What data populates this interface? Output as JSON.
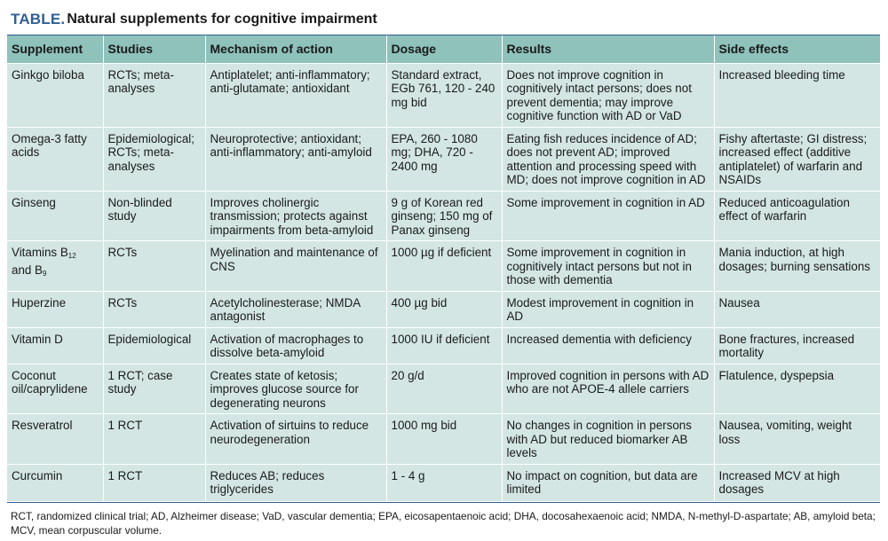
{
  "table": {
    "title_prefix": "TABLE.",
    "title_rest": "Natural supplements for cognitive impairment",
    "headers": [
      "Supplement",
      "Studies",
      "Mechanism of action",
      "Dosage",
      "Results",
      "Side effects"
    ],
    "rows": [
      {
        "supplement": "Ginkgo biloba",
        "studies": "RCTs; meta-analyses",
        "mechanism": "Antiplatelet; anti-inflammatory; anti-glutamate; antioxidant",
        "dosage": "Standard extract, EGb 761, 120 - 240 mg bid",
        "results": "Does not improve cognition in cognitively intact persons; does not prevent dementia; may improve cognitive function with AD or VaD",
        "side_effects": "Increased bleeding time"
      },
      {
        "supplement": "Omega-3 fatty acids",
        "studies": "Epidemiological; RCTs; meta-analyses",
        "mechanism": "Neuroprotective; antioxidant; anti-inflammatory; anti-amyloid",
        "dosage": "EPA, 260 - 1080 mg; DHA, 720 - 2400 mg",
        "results": "Eating fish reduces incidence of AD; does not prevent AD; improved attention and processing speed with MD; does not improve cognition in AD",
        "side_effects": "Fishy aftertaste; GI distress; increased effect (additive antiplatelet) of warfarin and NSAIDs"
      },
      {
        "supplement": "Ginseng",
        "studies": "Non-blinded study",
        "mechanism": "Improves cholinergic transmission; protects against impairments from beta-amyloid",
        "dosage": "9 g of Korean red ginseng; 150 mg of Panax ginseng",
        "results": "Some improvement in cognition in AD",
        "side_effects": "Reduced anticoagulation effect of warfarin"
      },
      {
        "supplement_main": "Vitamins B",
        "supplement_sub1": "12",
        "supplement_mid": "and B",
        "supplement_sub2": "9",
        "studies": "RCTs",
        "mechanism": "Myelination and maintenance of CNS",
        "dosage": "1000 µg if deficient",
        "results": "Some improvement in cognition in cognitively intact persons but not in those with dementia",
        "side_effects": "Mania induction, at high dosages; burning sensations"
      },
      {
        "supplement": "Huperzine",
        "studies": "RCTs",
        "mechanism": "Acetylcholinesterase; NMDA antagonist",
        "dosage": "400 µg bid",
        "results": "Modest improvement in cognition in AD",
        "side_effects": "Nausea"
      },
      {
        "supplement": "Vitamin D",
        "studies": "Epidemiological",
        "mechanism": "Activation of macrophages to dissolve beta-amyloid",
        "dosage": "1000 IU if deficient",
        "results": "Increased dementia with deficiency",
        "side_effects": "Bone fractures, increased mortality"
      },
      {
        "supplement": "Coconut oil/caprylidene",
        "studies": "1 RCT; case study",
        "mechanism": "Creates state of ketosis; improves glucose source for degenerating neurons",
        "dosage": "20 g/d",
        "results": "Improved cognition in persons with AD who are not APOE-4 allele carriers",
        "side_effects": "Flatulence, dyspepsia"
      },
      {
        "supplement": "Resveratrol",
        "studies": "1 RCT",
        "mechanism": "Activation of sirtuins to reduce neurodegeneration",
        "dosage": "1000 mg bid",
        "results": "No changes in cognition in persons with AD but reduced biomarker AB levels",
        "side_effects": "Nausea, vomiting, weight loss"
      },
      {
        "supplement": "Curcumin",
        "studies": "1 RCT",
        "mechanism": "Reduces AB; reduces triglycerides",
        "dosage": "1 - 4 g",
        "results": "No impact on cognition, but data are limited",
        "side_effects": "Increased MCV at high dosages"
      }
    ],
    "footnote": "RCT, randomized clinical trial; AD, Alzheimer disease; VaD, vascular dementia; EPA, eicosapentaenoic acid; DHA, docosahexaenoic acid; NMDA, N-methyl-D-aspartate; AB, amyloid beta; MCV, mean corpuscular volume."
  }
}
